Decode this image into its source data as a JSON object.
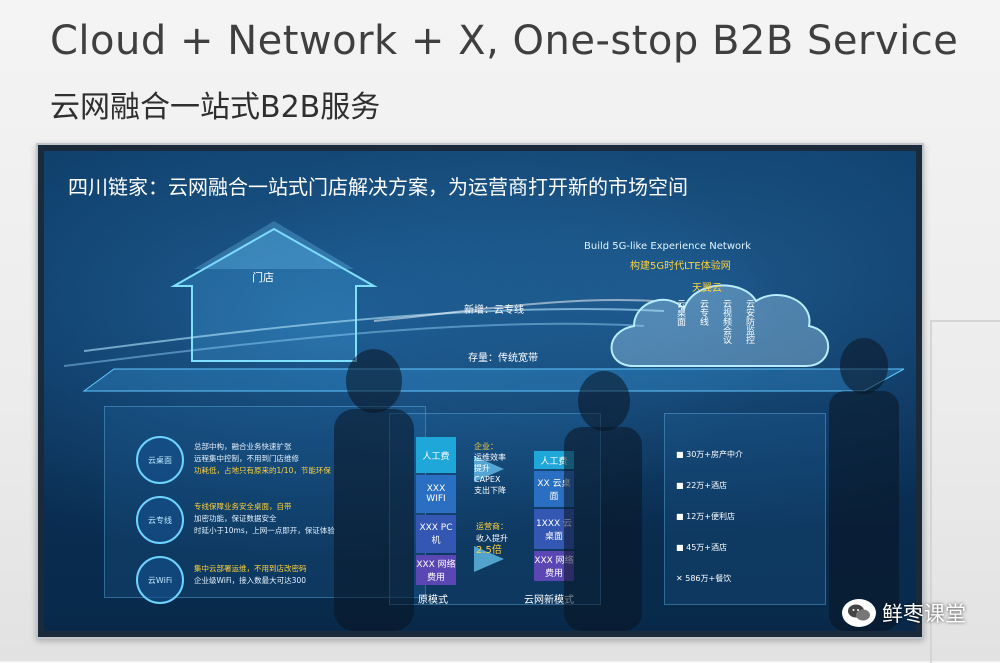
{
  "slide_title_en": "Cloud + Network + X, One-stop B2B Service",
  "slide_title_cn": "云网融合一站式B2B服务",
  "screen": {
    "headline": "四川链家：云网融合一站式门店解决方案，为运营商打开新的市场空间",
    "store_label": "门店",
    "new_line_label": "新增：云专线",
    "existing_line_label": "存量：传统宽带",
    "cloud_banner_en": "Build 5G-like Experience Network",
    "cloud_banner_cn": "构建5G时代LTE体验网",
    "cloud_name": "天翼云",
    "cloud_services": [
      "云桌面",
      "云专线",
      "云视频会议",
      "云安防监控"
    ],
    "services": [
      {
        "name": "云桌面",
        "bullets": [
          "总部中构，融合业务快速扩张",
          "远程集中控制，不用到门店维修",
          "功耗低，占地只有原来的1/10，节能环保"
        ]
      },
      {
        "name": "云专线",
        "bullets": [
          "专线保障业务安全桌面，自带",
          "加密功能，保证数据安全",
          "时延小于10ms，上网一点即开，保证体验"
        ]
      },
      {
        "name": "云WiFi",
        "bullets": [
          "集中云部署运维，不用到店改密码",
          "企业级WiFi，接入数最大可达300"
        ]
      }
    ],
    "stack_old": {
      "label": "原模式",
      "blocks": [
        "人工费",
        "XXX WIFI",
        "XXX PC机",
        "XXX 网络费用"
      ]
    },
    "stack_new": {
      "label": "云网新模式",
      "blocks": [
        "人工费",
        "XX 云桌面",
        "1XXX 云桌面",
        "XXX 网络费用"
      ]
    },
    "benefits": [
      {
        "title": "企业：",
        "lines": [
          "运维效率",
          "提升",
          "CAPEX",
          "支出下降"
        ]
      },
      {
        "title": "运营商：",
        "lines": [
          "收入提升",
          "2.5倍"
        ]
      }
    ],
    "stats": [
      "30万+房产中介",
      "22万+酒店",
      "12万+便利店",
      "45万+酒店",
      "586万+餐饮"
    ]
  },
  "watermark": "鲜枣课堂",
  "colors": {
    "accent": "#6fd3ff",
    "screen_bg": "#0b3158",
    "highlight": "#ffd23c"
  }
}
